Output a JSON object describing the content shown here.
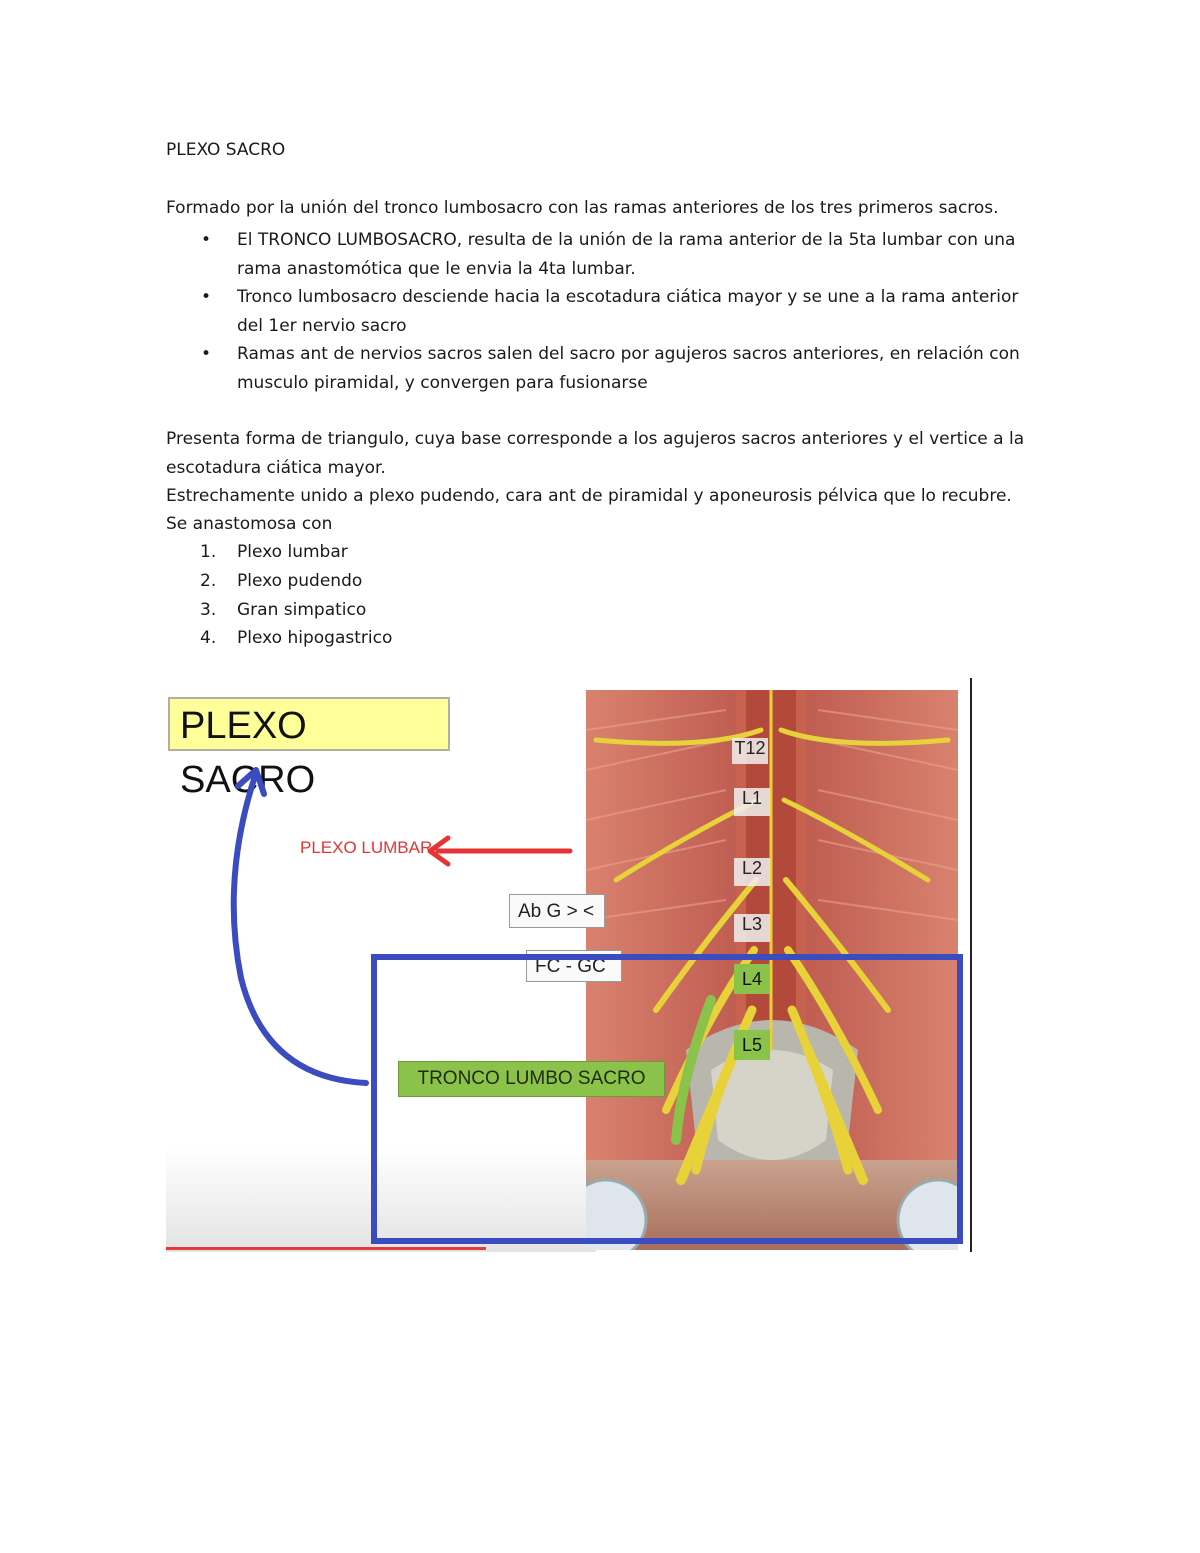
{
  "document": {
    "title": "PLEXO SACRO",
    "intro": "Formado por la unión del tronco lumbosacro con las ramas anteriores de los tres primeros sacros.",
    "bullets": [
      "El TRONCO LUMBOSACRO, resulta de la unión de la rama anterior de la 5ta lumbar con una rama anastomótica que le envia la 4ta lumbar.",
      "Tronco lumbosacro desciende hacia la escotadura ciática mayor y se une a la rama anterior del 1er nervio sacro",
      "Ramas ant de nervios sacros salen del sacro por agujeros sacros anteriores, en relación con musculo piramidal, y convergen para fusionarse"
    ],
    "para1": "Presenta forma de triangulo, cuya base corresponde a los agujeros sacros anteriores y el vertice a la escotadura ciática mayor.",
    "para2": "Estrechamente unido a plexo pudendo, cara ant de piramidal y aponeurosis pélvica que lo recubre.",
    "para3": "Se anastomosa con",
    "anastomoses": [
      {
        "num": "1.",
        "text": "Plexo lumbar"
      },
      {
        "num": "2.",
        "text": "Plexo pudendo"
      },
      {
        "num": "3.",
        "text": "Gran simpatico"
      },
      {
        "num": "4.",
        "text": "Plexo hipogastrico"
      }
    ],
    "bullet_symbol": "•"
  },
  "figure": {
    "box_title": "PLEXO SACRO",
    "lumbar_label": "PLEXO LUMBAR",
    "abg_label": "Ab G > <",
    "fc_label": "FC - GC",
    "tronco_label": "TRONCO LUMBO SACRO",
    "vertebrae": [
      "T12",
      "L1",
      "L2",
      "L3",
      "L4",
      "L5"
    ],
    "colors": {
      "highlight_box": "#ffff99",
      "red_arrow": "#e63333",
      "blue_outline": "#3b4cc0",
      "green_label": "#8bc34a",
      "nerve": "#e8d23a",
      "muscle": "#c8665a"
    }
  }
}
